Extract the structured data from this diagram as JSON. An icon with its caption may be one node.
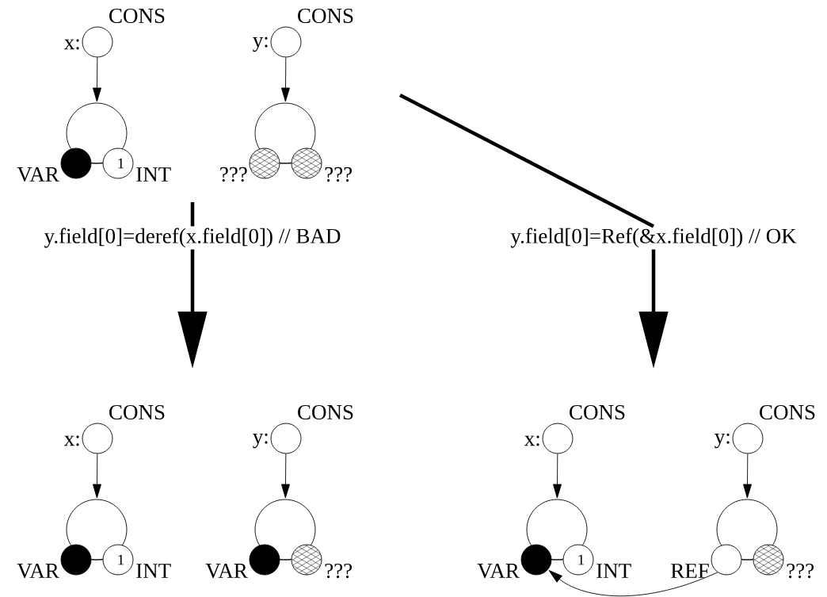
{
  "diagram": {
    "nodes": [
      {
        "text": [],
        "shape": "circle",
        "beside": [
          "CONS",
          "x:"
        ]
      },
      {
        "text": [],
        "shape": "circle"
      },
      {
        "text": [],
        "shape": "circle",
        "beside": [
          "VAR"
        ]
      },
      {
        "text": [
          "1"
        ],
        "beside": [
          "INT"
        ]
      },
      {
        "text": [],
        "shape": "circle",
        "beside": [
          "CONS",
          "y:"
        ]
      },
      {
        "text": [],
        "shape": "circle"
      },
      {
        "text": [],
        "shape": "circle",
        "beside": [
          "???"
        ]
      },
      {
        "text": [],
        "shape": "circle",
        "beside": [
          "???"
        ]
      },
      {
        "text": [
          "y.field[0]=deref(x.field[0])  // BAD"
        ]
      },
      {
        "text": [
          "y.field[0]=Ref(&x.field[0])  // OK"
        ]
      },
      {
        "text": [],
        "shape": "circle",
        "beside": [
          "CONS",
          "x:"
        ]
      },
      {
        "text": [],
        "shape": "circle"
      },
      {
        "text": [],
        "shape": "circle",
        "beside": [
          "VAR"
        ]
      },
      {
        "text": [
          "1"
        ],
        "beside": [
          "INT"
        ]
      },
      {
        "text": [],
        "shape": "circle",
        "beside": [
          "CONS",
          "y:"
        ]
      },
      {
        "text": [],
        "shape": "circle"
      },
      {
        "text": [],
        "shape": "circle",
        "beside": [
          "VAR"
        ]
      },
      {
        "text": [],
        "shape": "circle",
        "beside": [
          "???"
        ]
      },
      {
        "text": [],
        "shape": "circle",
        "beside": [
          "CONS",
          "x:"
        ]
      },
      {
        "text": [],
        "shape": "circle"
      },
      {
        "text": [],
        "shape": "circle",
        "beside": [
          "VAR"
        ]
      },
      {
        "text": [
          "1"
        ],
        "beside": [
          "INT"
        ]
      },
      {
        "text": [],
        "shape": "circle",
        "beside": [
          "CONS",
          "y:"
        ]
      },
      {
        "text": [],
        "shape": "circle"
      },
      {
        "text": [],
        "shape": "circle",
        "beside": [
          "REF"
        ]
      },
      {
        "text": [],
        "shape": "circle",
        "beside": [
          "???"
        ]
      }
    ],
    "edges": [
      {
        "from": 0,
        "to": 1,
        "arrow": "to"
      },
      {
        "from": 2,
        "to": 3,
        "arrow": "none"
      },
      {
        "from": 4,
        "to": 5,
        "arrow": "to"
      },
      {
        "from": 6,
        "to": 7,
        "arrow": "none"
      },
      {
        "from": null,
        "to": 8,
        "arrow": "none",
        "style": "thick"
      },
      {
        "from": null,
        "to": 9,
        "arrow": "none",
        "style": "thick"
      },
      {
        "from": 8,
        "to": null,
        "arrow": "to",
        "style": "thick"
      },
      {
        "from": 9,
        "to": null,
        "arrow": "to",
        "style": "thick"
      },
      {
        "from": 10,
        "to": 11,
        "arrow": "to"
      },
      {
        "from": 12,
        "to": 13,
        "arrow": "none"
      },
      {
        "from": 14,
        "to": 15,
        "arrow": "to"
      },
      {
        "from": 16,
        "to": 17,
        "arrow": "none"
      },
      {
        "from": 18,
        "to": 19,
        "arrow": "to"
      },
      {
        "from": 20,
        "to": 21,
        "arrow": "none"
      },
      {
        "from": 22,
        "to": 23,
        "arrow": "to"
      },
      {
        "from": 24,
        "to": 25,
        "arrow": "none"
      },
      {
        "from": 24,
        "to": 20,
        "arrow": "to"
      }
    ]
  }
}
